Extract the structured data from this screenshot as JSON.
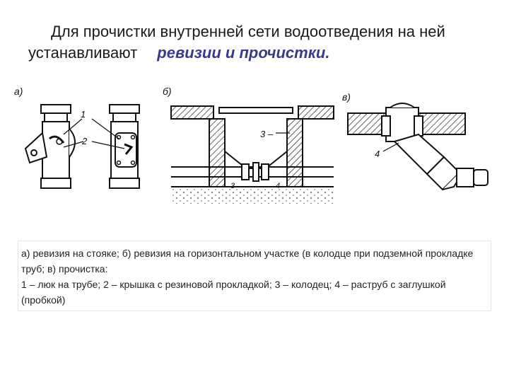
{
  "title": {
    "line1": "Для прочистки внутренней сети водоотведения на ней",
    "line2": "устанавливают",
    "emphasis": "ревизии и прочистки."
  },
  "figures": {
    "a": {
      "letter": "а)",
      "callouts": [
        "1",
        "2"
      ]
    },
    "b": {
      "letter": "б)",
      "callouts": [
        "3 –",
        "3",
        "4"
      ]
    },
    "c": {
      "letter": "в)",
      "callouts": [
        "4"
      ]
    }
  },
  "caption": {
    "line1": "а) ревизия на стояке; б) ревизия на горизонтальном участке (в колодце при подземной прокладке труб; в) прочистка:",
    "line2": "1 – люк на трубе;  2 – крышка с резиновой прокладкой;  3 – колодец;   4 – раструб с заглушкой (пробкой)"
  }
}
